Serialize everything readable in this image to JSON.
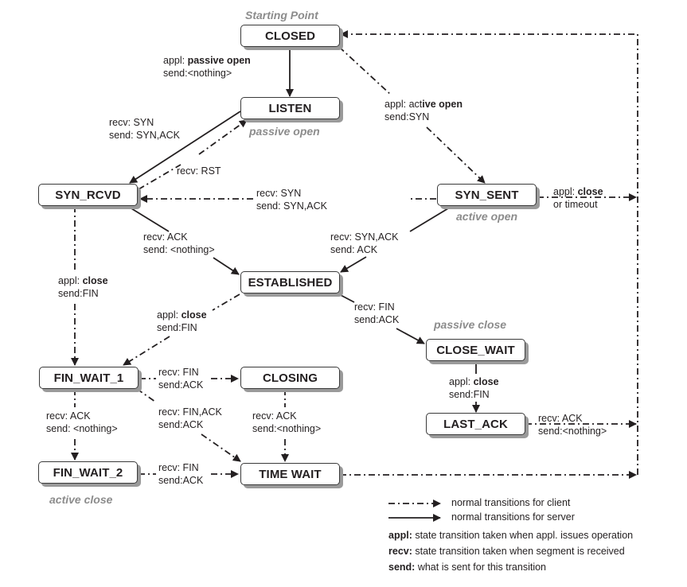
{
  "states": {
    "closed": "CLOSED",
    "listen": "LISTEN",
    "syn_rcvd": "SYN_RCVD",
    "syn_sent": "SYN_SENT",
    "established": "ESTABLISHED",
    "close_wait": "CLOSE_WAIT",
    "last_ack": "LAST_ACK",
    "fin_wait_1": "FIN_WAIT_1",
    "closing": "CLOSING",
    "fin_wait_2": "FIN_WAIT_2",
    "time_wait": "TIME WAIT"
  },
  "notes": {
    "starting_point": "Starting Point",
    "passive_open": "passive open",
    "active_open": "active open",
    "passive_close": "passive close",
    "active_close": "active close"
  },
  "transitions": {
    "closed_listen": {
      "l1_pre": "appl: ",
      "l1_bold": "passive open",
      "l2": "send:<nothing>"
    },
    "closed_syn_sent": {
      "l1_pre": "appl: act",
      "l1_bold": "ive open",
      "l2": "send:SYN"
    },
    "listen_syn_rcvd": {
      "l1": "recv: SYN",
      "l2": "send: SYN,ACK"
    },
    "syn_rcvd_listen": {
      "l1": "recv: RST"
    },
    "syn_sent_syn_rcvd": {
      "l1": "recv: SYN",
      "l2": "send: SYN,ACK"
    },
    "syn_sent_closed": {
      "l1_pre": "appl: ",
      "l1_bold": "close",
      "l2": "or timeout"
    },
    "syn_rcvd_established": {
      "l1": "recv: ACK",
      "l2": "send: <nothing>"
    },
    "syn_sent_established": {
      "l1": "recv: SYN,ACK",
      "l2": "send: ACK"
    },
    "syn_rcvd_fin_wait_1": {
      "l1_pre": "appl: ",
      "l1_bold": "close",
      "l2": "send:FIN"
    },
    "established_fin_wait_1": {
      "l1_pre": "appl: ",
      "l1_bold": "close",
      "l2": "send:FIN"
    },
    "established_close_wait": {
      "l1": "recv: FIN",
      "l2": "send:ACK"
    },
    "fin_wait_1_closing": {
      "l1": "recv: FIN",
      "l2": "send:ACK"
    },
    "fin_wait_1_time_wait": {
      "l1": "recv: FIN,ACK",
      "l2": "send:ACK"
    },
    "fin_wait_1_fin_wait_2": {
      "l1": "recv: ACK",
      "l2": "send: <nothing>"
    },
    "closing_time_wait": {
      "l1": "recv: ACK",
      "l2": "send:<nothing>"
    },
    "close_wait_last_ack": {
      "l1_pre": "appl: ",
      "l1_bold": "close",
      "l2": "send:FIN"
    },
    "last_ack_closed": {
      "l1": "recv: ACK",
      "l2": "send:<nothing>"
    },
    "fin_wait_2_time_wait": {
      "l1": "recv: FIN",
      "l2": "send:ACK"
    }
  },
  "legend": {
    "client": "normal transitions for client",
    "server": "normal transitions for server",
    "appl_key": "appl:",
    "appl_desc": " state transition taken when appl. issues operation",
    "recv_key": "recv:",
    "recv_desc": " state transition taken when segment is received",
    "send_key": "send:",
    "send_desc": " what is sent for this transition"
  }
}
